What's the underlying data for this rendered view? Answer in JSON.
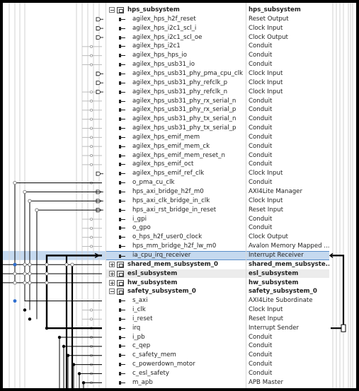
{
  "title": "Qsys System Connections",
  "rows": [
    {
      "name": "hps_subsystem",
      "desc": "hps_subsystem",
      "type": "group",
      "expander": "−",
      "level": 0
    },
    {
      "name": "agilex_hps_h2f_reset",
      "desc": "Reset Output",
      "type": "port",
      "level": 1
    },
    {
      "name": "agilex_hps_i2c1_scl_i",
      "desc": "Clock Input",
      "type": "port",
      "level": 1
    },
    {
      "name": "agilex_hps_i2c1_scl_oe",
      "desc": "Clock Output",
      "type": "port",
      "level": 1
    },
    {
      "name": "agilex_hps_i2c1",
      "desc": "Conduit",
      "type": "port",
      "level": 1
    },
    {
      "name": "agilex_hps_hps_io",
      "desc": "Conduit",
      "type": "port",
      "level": 1
    },
    {
      "name": "agilex_hps_usb31_io",
      "desc": "Conduit",
      "type": "port",
      "level": 1
    },
    {
      "name": "agilex_hps_usb31_phy_pma_cpu_clk",
      "desc": "Clock Input",
      "type": "port",
      "level": 1
    },
    {
      "name": "agilex_hps_usb31_phy_refclk_p",
      "desc": "Clock Input",
      "type": "port",
      "level": 1
    },
    {
      "name": "agilex_hps_usb31_phy_refclk_n",
      "desc": "Clock Input",
      "type": "port",
      "level": 1
    },
    {
      "name": "agilex_hps_usb31_phy_rx_serial_n",
      "desc": "Conduit",
      "type": "port",
      "level": 1
    },
    {
      "name": "agilex_hps_usb31_phy_rx_serial_p",
      "desc": "Conduit",
      "type": "port",
      "level": 1
    },
    {
      "name": "agilex_hps_usb31_phy_tx_serial_n",
      "desc": "Conduit",
      "type": "port",
      "level": 1
    },
    {
      "name": "agilex_hps_usb31_phy_tx_serial_p",
      "desc": "Conduit",
      "type": "port",
      "level": 1
    },
    {
      "name": "agilex_hps_emif_mem",
      "desc": "Conduit",
      "type": "port",
      "level": 1
    },
    {
      "name": "agilex_hps_emif_mem_ck",
      "desc": "Conduit",
      "type": "port",
      "level": 1
    },
    {
      "name": "agilex_hps_emif_mem_reset_n",
      "desc": "Conduit",
      "type": "port",
      "level": 1
    },
    {
      "name": "agilex_hps_emif_oct",
      "desc": "Conduit",
      "type": "port",
      "level": 1
    },
    {
      "name": "agilex_hps_emif_ref_clk",
      "desc": "Clock Input",
      "type": "port",
      "level": 1
    },
    {
      "name": "o_pma_cu_clk",
      "desc": "Conduit",
      "type": "port",
      "level": 1
    },
    {
      "name": "hps_axi_bridge_h2f_m0",
      "desc": "AXI4Lite Manager",
      "type": "port",
      "level": 1
    },
    {
      "name": "hps_axi_clk_bridge_in_clk",
      "desc": "Clock Input",
      "type": "port",
      "level": 1
    },
    {
      "name": "hps_axi_rst_bridge_in_reset",
      "desc": "Reset Input",
      "type": "port",
      "level": 1
    },
    {
      "name": "i_gpi",
      "desc": "Conduit",
      "type": "port",
      "level": 1
    },
    {
      "name": "o_gpo",
      "desc": "Conduit",
      "type": "port",
      "level": 1
    },
    {
      "name": "o_hps_h2f_user0_clock",
      "desc": "Clock Output",
      "type": "port",
      "level": 1
    },
    {
      "name": "hps_mm_bridge_h2f_lw_m0",
      "desc": "Avalon Memory Mapped ...",
      "type": "port",
      "level": 1
    },
    {
      "name": "ia_cpu_irq_receiver",
      "desc": "Interrupt Receiver",
      "type": "port",
      "level": 1,
      "selected": true
    },
    {
      "name": "shared_mem_subsystem_0",
      "desc": "shared_mem_subsyste...",
      "type": "group",
      "expander": "+",
      "level": 0
    },
    {
      "name": "esl_subsystem",
      "desc": "esl_subsystem",
      "type": "group",
      "expander": "+",
      "level": 0,
      "alt": true
    },
    {
      "name": "hw_subsystem",
      "desc": "hw_subsystem",
      "type": "group",
      "expander": "+",
      "level": 0
    },
    {
      "name": "safety_subsystem_0",
      "desc": "safety_subsystem_0",
      "type": "group",
      "expander": "−",
      "level": 0
    },
    {
      "name": "s_axi",
      "desc": "AXI4Lite Subordinate",
      "type": "port",
      "level": 1
    },
    {
      "name": "i_clk",
      "desc": "Clock Input",
      "type": "port",
      "level": 1
    },
    {
      "name": "i_reset",
      "desc": "Reset Input",
      "type": "port",
      "level": 1
    },
    {
      "name": "irq",
      "desc": "Interrupt Sender",
      "type": "port",
      "level": 1
    },
    {
      "name": "i_pb",
      "desc": "Conduit",
      "type": "port",
      "level": 1
    },
    {
      "name": "c_qep",
      "desc": "Conduit",
      "type": "port",
      "level": 1
    },
    {
      "name": "c_safety_mem",
      "desc": "Conduit",
      "type": "port",
      "level": 1
    },
    {
      "name": "c_powerdown_motor",
      "desc": "Conduit",
      "type": "port",
      "level": 1
    },
    {
      "name": "c_esl_safety",
      "desc": "Conduit",
      "type": "port",
      "level": 1
    },
    {
      "name": "m_apb",
      "desc": "APB Master",
      "type": "port",
      "level": 1
    }
  ],
  "colors": {
    "selection": "#c5d9ef",
    "selection_border": "#5b8fc9",
    "line": "#000000",
    "dot_blue": "#2f6fd0",
    "grid": "#d0d0d0"
  }
}
